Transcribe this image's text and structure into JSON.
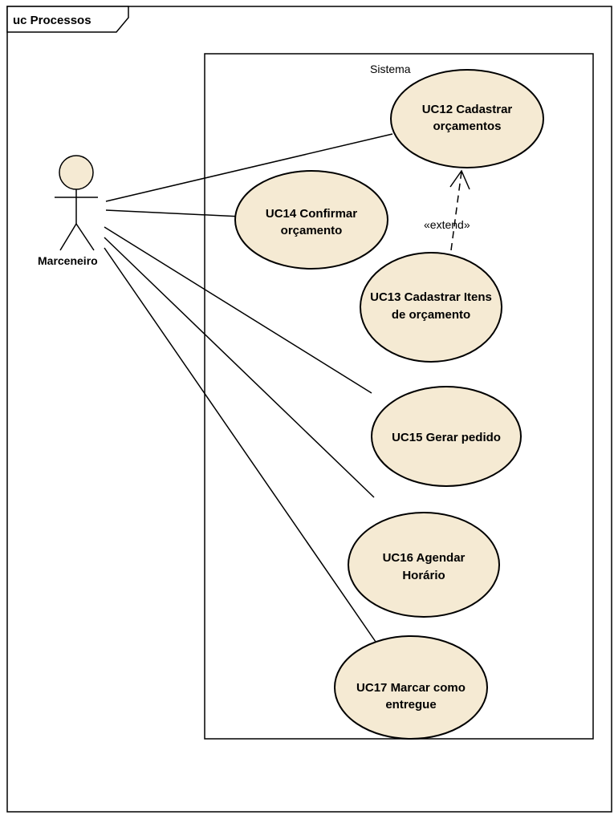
{
  "frame": {
    "title": "uc Processos"
  },
  "system": {
    "label": "Sistema"
  },
  "actor": {
    "name": "Marceneiro"
  },
  "use_cases": [
    {
      "id": "uc12",
      "lines": [
        "UC12 Cadastrar",
        "orçamentos"
      ]
    },
    {
      "id": "uc14",
      "lines": [
        "UC14 Confirmar",
        "orçamento"
      ]
    },
    {
      "id": "uc13",
      "lines": [
        "UC13 Cadastrar Itens",
        "de orçamento"
      ]
    },
    {
      "id": "uc15",
      "lines": [
        "UC15 Gerar pedido"
      ]
    },
    {
      "id": "uc16",
      "lines": [
        "UC16 Agendar",
        "Horário"
      ]
    },
    {
      "id": "uc17",
      "lines": [
        "UC17 Marcar como",
        "entregue"
      ]
    }
  ],
  "extend": {
    "label": "«extend»"
  },
  "colors": {
    "use_case_fill": "#f5ead3",
    "actor_fill": "#f5ead3",
    "line": "#000000"
  }
}
